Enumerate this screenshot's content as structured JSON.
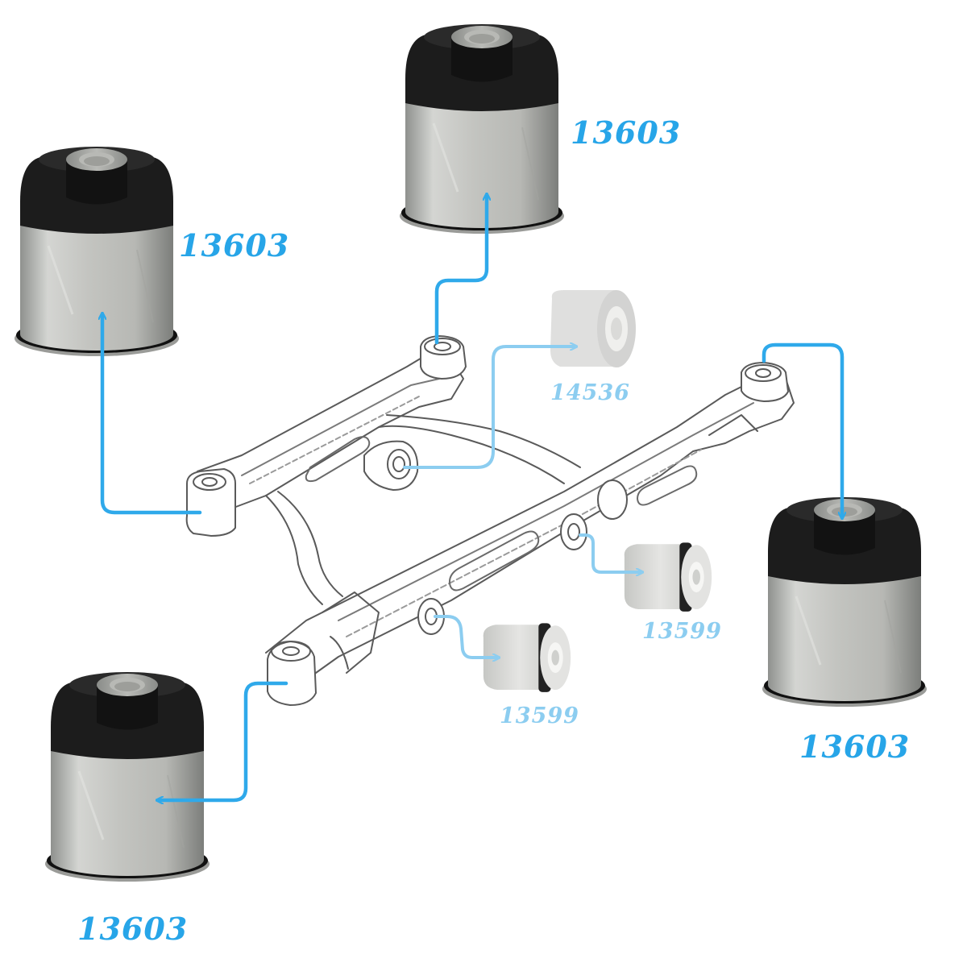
{
  "colors": {
    "arrow_dark": "#2fa9ea",
    "arrow_light": "#8ccdf0",
    "label_dark": "#27a5e8",
    "label_light": "#8ccdf0",
    "frame_line": "#5a5a5a",
    "rubber": "#1a1a1a",
    "metal": "#c8c9c6"
  },
  "labels": {
    "bushing_top": "13603",
    "bushing_top_left": "13603",
    "bushing_right": "13603",
    "bushing_bottom_left": "13603",
    "mount_center": "14536",
    "small_bushing_right": "13599",
    "small_bushing_center": "13599"
  }
}
